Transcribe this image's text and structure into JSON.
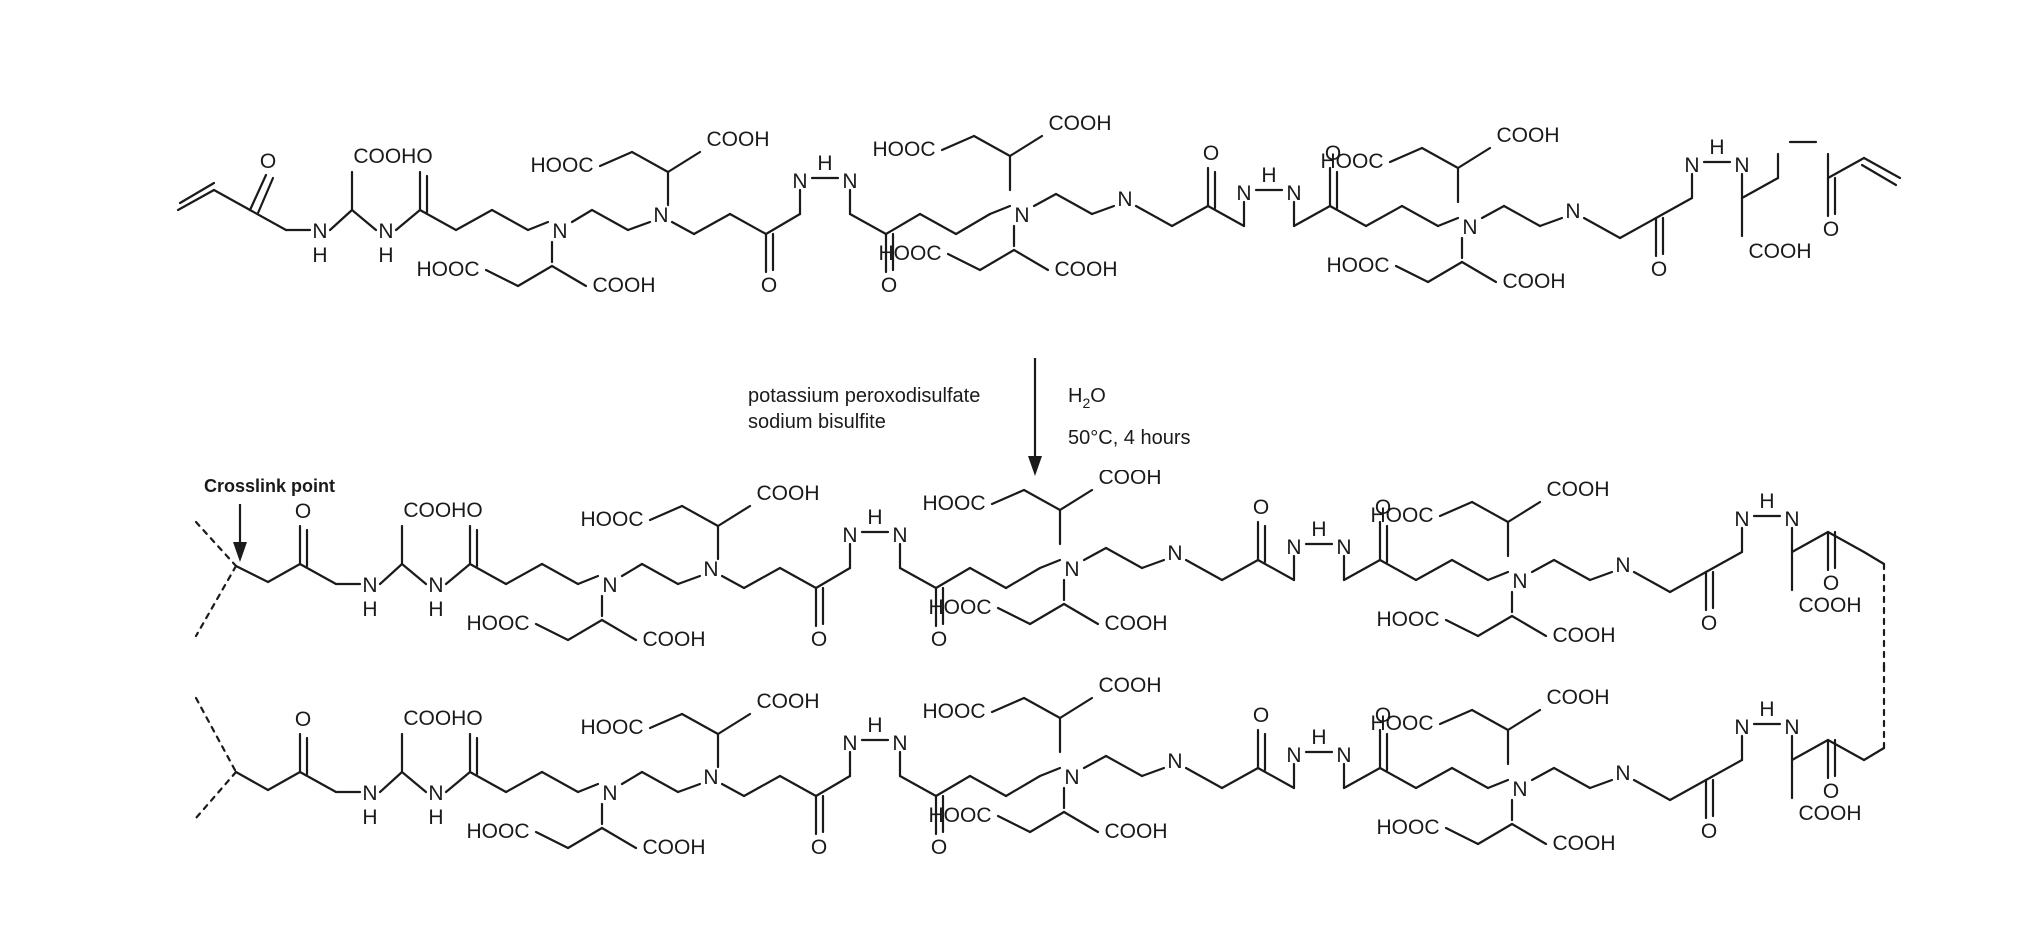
{
  "figure": {
    "type": "chemical-reaction-scheme",
    "description": "Polymerization scheme of a bis-acrylamide functionalized EDTA-like tetracarboxylate macromonomer crosslinked into a polymer network",
    "background_color": "#ffffff",
    "line_color": "#1a1a1a"
  },
  "reaction": {
    "arrow_direction": "down",
    "reagents_left": [
      "potassium peroxodisulfate",
      "sodium bisulfite"
    ],
    "conditions_right": [
      "H2O",
      "50°C, 4 hours"
    ],
    "solvent_formula": {
      "pre": "H",
      "sub": "2",
      "post": "O"
    },
    "temperature_time": {
      "value": "50",
      "degree": "°C, 4 hours"
    }
  },
  "annotations": {
    "crosslink_label": "Crosslink point"
  },
  "labels": {
    "O": "O",
    "N": "N",
    "H": "H",
    "NH": "N",
    "COOH": "COOH",
    "HOOC": "HOOC",
    "COOHO": "COOHO"
  },
  "structures": {
    "reactant": {
      "name": "bis-acrylamide macromonomer",
      "terminus_left": "vinyl (acrylamide)",
      "terminus_right": "vinyl (acrylamide)",
      "repeat_units": 2,
      "amide_labels": [
        "O",
        "N",
        "H"
      ],
      "carboxyl_labels": [
        "COOH",
        "HOOC"
      ]
    },
    "product_chain_top": {
      "name": "polymer chain segment (upper)",
      "left_end": "crosslink point (dashed)",
      "right_end": "chain continues (dashed)"
    },
    "product_chain_bottom": {
      "name": "polymer chain segment (lower)",
      "left_end": "crosslink point (dashed)",
      "right_end": "chain continues (dashed)"
    }
  }
}
